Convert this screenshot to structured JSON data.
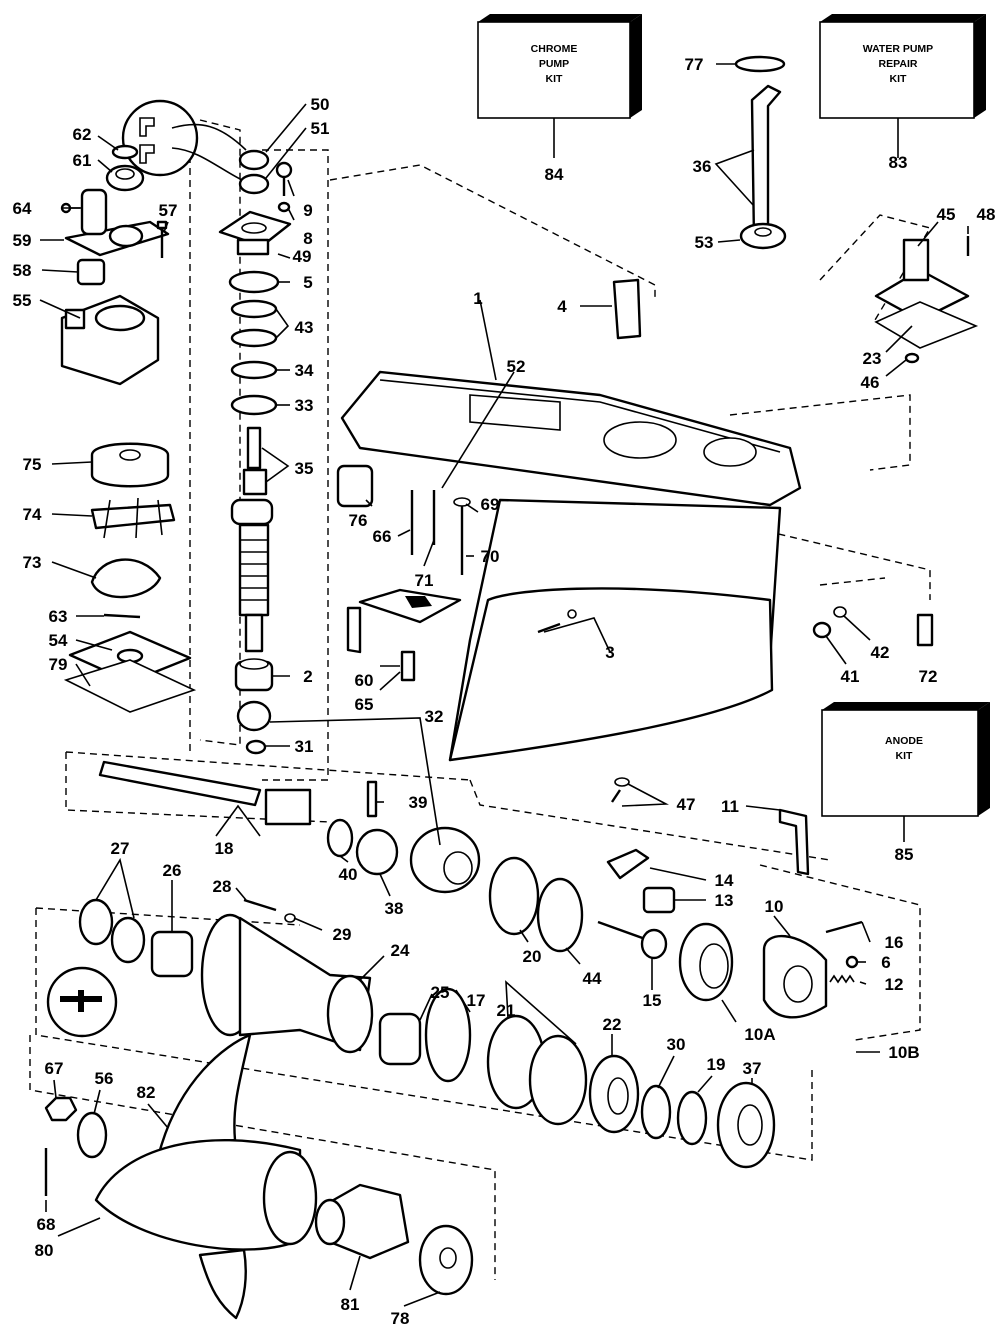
{
  "kits": {
    "chrome_pump": [
      "CHROME",
      "PUMP",
      "KIT"
    ],
    "water_pump_repair": [
      "WATER PUMP",
      "REPAIR",
      "KIT"
    ],
    "anode": [
      "ANODE",
      "KIT"
    ]
  },
  "callouts": {
    "n1": "1",
    "n2": "2",
    "n3": "3",
    "n4": "4",
    "n5": "5",
    "n6": "6",
    "n8": "8",
    "n9": "9",
    "n10": "10",
    "n10a": "10A",
    "n10b": "10B",
    "n11": "11",
    "n12": "12",
    "n13": "13",
    "n14": "14",
    "n15": "15",
    "n16": "16",
    "n17": "17",
    "n18": "18",
    "n19": "19",
    "n20": "20",
    "n21": "21",
    "n22": "22",
    "n23": "23",
    "n24": "24",
    "n25": "25",
    "n26": "26",
    "n27": "27",
    "n28": "28",
    "n29": "29",
    "n30": "30",
    "n31": "31",
    "n32": "32",
    "n33": "33",
    "n34": "34",
    "n35": "35",
    "n36": "36",
    "n37": "37",
    "n38": "38",
    "n39": "39",
    "n40": "40",
    "n41": "41",
    "n42": "42",
    "n43": "43",
    "n44": "44",
    "n45": "45",
    "n46": "46",
    "n47": "47",
    "n48": "48",
    "n49": "49",
    "n50": "50",
    "n51": "51",
    "n52": "52",
    "n53": "53",
    "n54": "54",
    "n55": "55",
    "n56": "56",
    "n57": "57",
    "n58": "58",
    "n59": "59",
    "n60": "60",
    "n61": "61",
    "n62": "62",
    "n63": "63",
    "n64": "64",
    "n65": "65",
    "n66": "66",
    "n67": "67",
    "n68": "68",
    "n69": "69",
    "n70": "70",
    "n71": "71",
    "n72": "72",
    "n73": "73",
    "n74": "74",
    "n75": "75",
    "n76": "76",
    "n77": "77",
    "n78": "78",
    "n79": "79",
    "n80": "80",
    "n81": "81",
    "n82": "82",
    "n83": "83",
    "n84": "84",
    "n85": "85"
  },
  "colors": {
    "ink": "#000000",
    "paper": "#ffffff"
  }
}
